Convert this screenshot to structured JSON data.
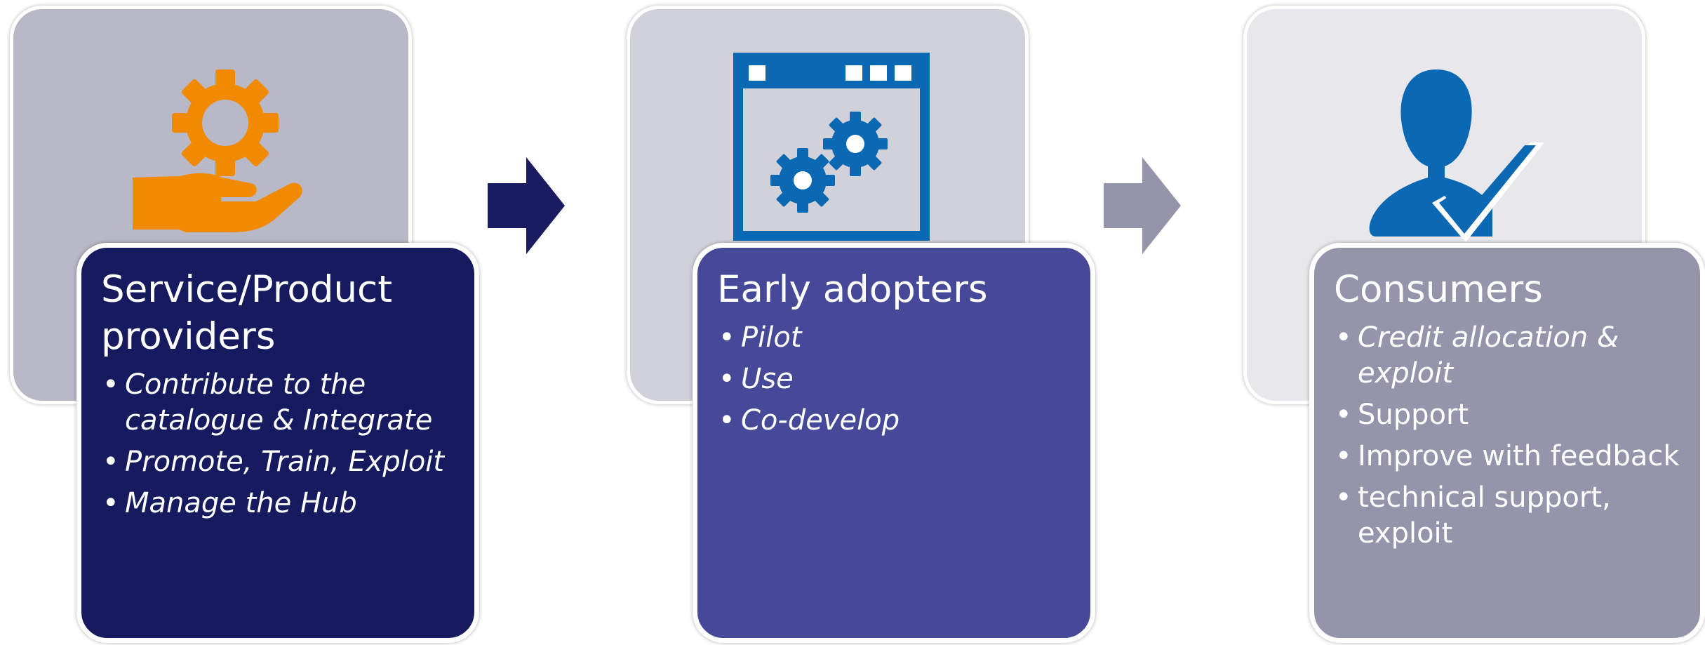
{
  "stages": [
    {
      "title": "Service/Product providers",
      "icon": "hand-gear-icon",
      "items": [
        {
          "text": "Contribute to the catalogue & Integrate",
          "style": "italic"
        },
        {
          "text": "Promote, Train, Exploit",
          "style": "italic"
        },
        {
          "text": "Manage the Hub",
          "style": "italic"
        }
      ],
      "colors": {
        "card": "#161a5e",
        "icon_bg": "#b8b8c6",
        "icon": "#f28a00"
      }
    },
    {
      "title": "Early adopters",
      "icon": "app-window-gears-icon",
      "items": [
        {
          "text": "Pilot",
          "style": "italic"
        },
        {
          "text": "Use",
          "style": "italic"
        },
        {
          "text": "Co-develop",
          "style": "italic"
        }
      ],
      "colors": {
        "card": "#464898",
        "icon_bg": "#d1d1d9",
        "icon": "#0b69b4"
      }
    },
    {
      "title": "Consumers",
      "icon": "user-check-icon",
      "items": [
        {
          "text": "Credit allocation & exploit",
          "style": "italic"
        },
        {
          "text": "Support",
          "style": "normal"
        },
        {
          "text": "Improve with feedback",
          "style": "normal"
        },
        {
          "text": "technical support, exploit",
          "style": "normal"
        }
      ],
      "colors": {
        "card": "#9495ab",
        "icon_bg": "#e7e7ec",
        "icon": "#0b69b4"
      }
    }
  ],
  "arrows": [
    {
      "icon": "arrow-right-icon",
      "color": "#191c60"
    },
    {
      "icon": "arrow-right-icon",
      "color": "#9495ab"
    }
  ]
}
